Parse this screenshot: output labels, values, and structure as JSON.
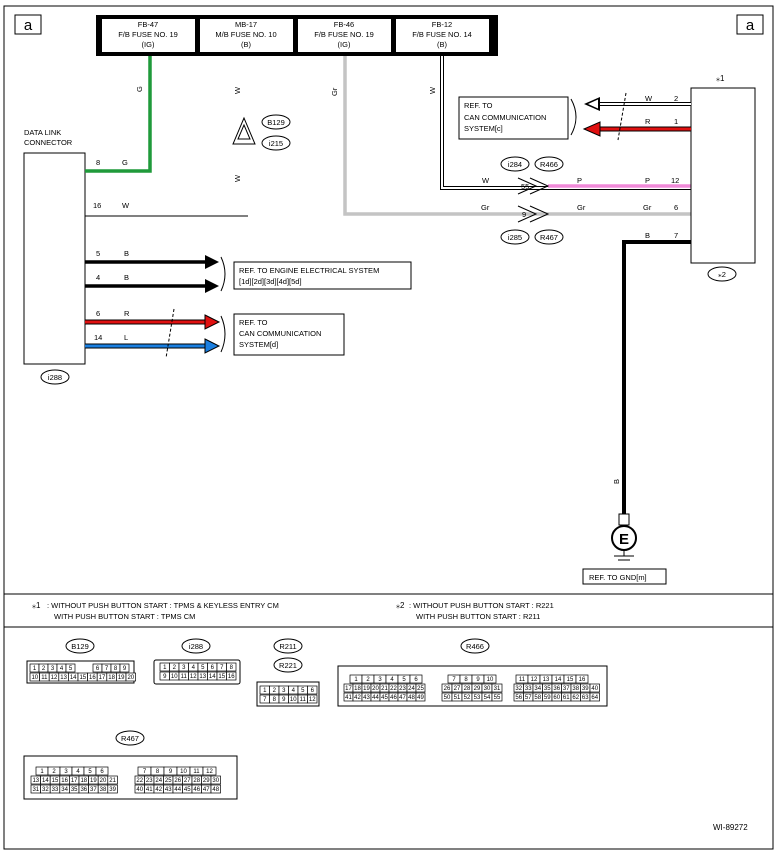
{
  "page_label_left": "a",
  "page_label_right": "a",
  "fuses": [
    {
      "line1": "FB-47",
      "line2": "F/B FUSE NO. 19",
      "line3": "(IG)"
    },
    {
      "line1": "MB-17",
      "line2": "M/B FUSE NO. 10",
      "line3": "(B)"
    },
    {
      "line1": "FB-46",
      "line2": "F/B FUSE NO. 19",
      "line3": "(IG)"
    },
    {
      "line1": "FB-12",
      "line2": "F/B FUSE NO. 14",
      "line3": "(B)"
    }
  ],
  "data_link_connector": {
    "title1": "DATA LINK",
    "title2": "CONNECTOR",
    "id": "i288",
    "pins": [
      {
        "pin": "8",
        "color": "G"
      },
      {
        "pin": "16",
        "color": "W"
      },
      {
        "pin": "5",
        "color": "B"
      },
      {
        "pin": "4",
        "color": "B"
      },
      {
        "pin": "6",
        "color": "R"
      },
      {
        "pin": "14",
        "color": "L"
      }
    ]
  },
  "vertical_wire_labels": {
    "g": "G",
    "w_mid": "W",
    "w_mid2": "W",
    "gr": "Gr",
    "w_right": "W",
    "b_ground": "B"
  },
  "connector_tags": {
    "b129": "B129",
    "i215": "i215",
    "i284": "i284",
    "r466": "R466",
    "i285": "i285",
    "r467": "R467"
  },
  "junctions": {
    "j55": "55",
    "j9": "9"
  },
  "module": {
    "star_top": "⁎1",
    "star_bottom": "⁎2",
    "pins": [
      {
        "pin": "2",
        "color": "W"
      },
      {
        "pin": "1",
        "color": "R"
      },
      {
        "pin": "12",
        "color": "P"
      },
      {
        "pin": "6",
        "color": "Gr"
      },
      {
        "pin": "7",
        "color": "B"
      }
    ]
  },
  "wire_mid_labels": {
    "w55": "W",
    "p55": "P",
    "gr9": "Gr",
    "gr9b": "Gr"
  },
  "refs": {
    "can_top": [
      "REF. TO",
      "CAN COMMUNICATION",
      "SYSTEM[c]"
    ],
    "engine": [
      "REF. TO ENGINE ELECTRICAL SYSTEM",
      "[1d][2d][3d][4d][5d]"
    ],
    "can_bottom": [
      "REF. TO",
      "CAN COMMUNICATION",
      "SYSTEM[d]"
    ],
    "gnd": "REF. TO GND[m]",
    "ground_symbol": "E"
  },
  "notes": {
    "star1_mark": "⁎1",
    "star1_line1": ": WITHOUT PUSH BUTTON START  : TPMS & KEYLESS ENTRY CM",
    "star1_line2": "WITH PUSH BUTTON START  : TPMS CM",
    "star2_mark": "⁎2",
    "star2_line1": ": WITHOUT PUSH BUTTON START  : R221",
    "star2_line2": "WITH PUSH BUTTON START  : R211"
  },
  "connector_faces": {
    "b129": {
      "label": "B129",
      "row1": [
        "1",
        "2",
        "3",
        "4",
        "5",
        "6",
        "7",
        "8",
        "9"
      ],
      "row2": [
        "10",
        "11",
        "12",
        "13",
        "14",
        "15",
        "16",
        "17",
        "18",
        "19",
        "20"
      ]
    },
    "i288": {
      "label": "i288",
      "row1": [
        "1",
        "2",
        "3",
        "4",
        "5",
        "6",
        "7",
        "8"
      ],
      "row2": [
        "9",
        "10",
        "11",
        "12",
        "13",
        "14",
        "15",
        "16"
      ]
    },
    "r211": {
      "label1": "R211",
      "label2": "R221",
      "row1": [
        "1",
        "2",
        "3",
        "4",
        "5",
        "6"
      ],
      "row2": [
        "7",
        "8",
        "9",
        "10",
        "11",
        "12"
      ]
    },
    "r466": {
      "label": "R466",
      "left_row1": [
        "1",
        "2",
        "3",
        "4",
        "5",
        "6"
      ],
      "left_row2": [
        "17",
        "18",
        "19",
        "20",
        "21",
        "22",
        "23",
        "24",
        "25"
      ],
      "left_row3": [
        "41",
        "42",
        "43",
        "44",
        "45",
        "46",
        "47",
        "48",
        "49"
      ],
      "mid_row1": [
        "7",
        "8",
        "9",
        "10"
      ],
      "mid_row2": [
        "26",
        "27",
        "28",
        "29",
        "30",
        "31"
      ],
      "mid_row3": [
        "50",
        "51",
        "52",
        "53",
        "54",
        "55"
      ],
      "right_row1": [
        "11",
        "12",
        "13",
        "14",
        "15",
        "16"
      ],
      "right_row2": [
        "32",
        "33",
        "34",
        "35",
        "36",
        "37",
        "38",
        "39",
        "40"
      ],
      "right_row3": [
        "56",
        "57",
        "58",
        "59",
        "60",
        "61",
        "62",
        "63",
        "64"
      ]
    },
    "r467": {
      "label": "R467",
      "left_row1": [
        "1",
        "2",
        "3",
        "4",
        "5",
        "6"
      ],
      "left_row2": [
        "13",
        "14",
        "15",
        "16",
        "17",
        "18",
        "19",
        "20",
        "21"
      ],
      "left_row3": [
        "31",
        "32",
        "33",
        "34",
        "35",
        "36",
        "37",
        "38",
        "39"
      ],
      "right_row1": [
        "7",
        "8",
        "9",
        "10",
        "11",
        "12"
      ],
      "right_row2": [
        "22",
        "23",
        "24",
        "25",
        "26",
        "27",
        "28",
        "29",
        "30"
      ],
      "right_row3": [
        "40",
        "41",
        "42",
        "43",
        "44",
        "45",
        "46",
        "47",
        "48"
      ]
    }
  },
  "drawing_code": "WI-89272",
  "colors": {
    "green": "#1f9a3a",
    "gray": "#c4c4c4",
    "pink": "#f08ad8",
    "red": "#e01010",
    "blue": "#1a7fe0",
    "black": "#000000"
  }
}
